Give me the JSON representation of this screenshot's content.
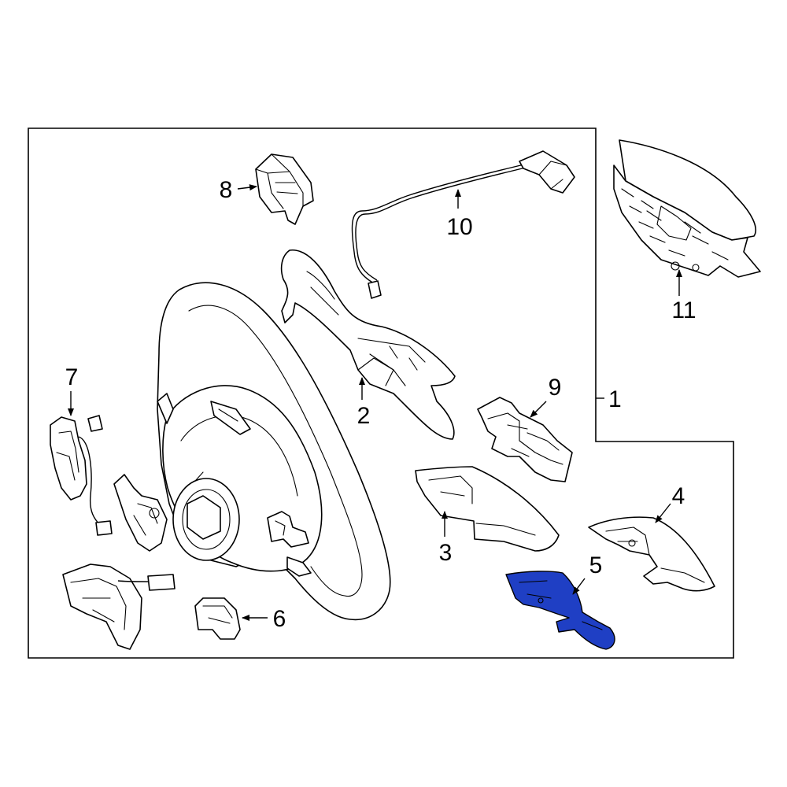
{
  "diagram": {
    "colors": {
      "line": "#000000",
      "background": "#ffffff",
      "highlight": "#1f3fc4"
    },
    "highlighted_part": "5",
    "callouts": [
      {
        "id": "1",
        "label": "1"
      },
      {
        "id": "2",
        "label": "2"
      },
      {
        "id": "3",
        "label": "3"
      },
      {
        "id": "4",
        "label": "4"
      },
      {
        "id": "5",
        "label": "5"
      },
      {
        "id": "6",
        "label": "6"
      },
      {
        "id": "7",
        "label": "7"
      },
      {
        "id": "8",
        "label": "8"
      },
      {
        "id": "9",
        "label": "9"
      },
      {
        "id": "10",
        "label": "10"
      },
      {
        "id": "11",
        "label": "11"
      }
    ]
  }
}
